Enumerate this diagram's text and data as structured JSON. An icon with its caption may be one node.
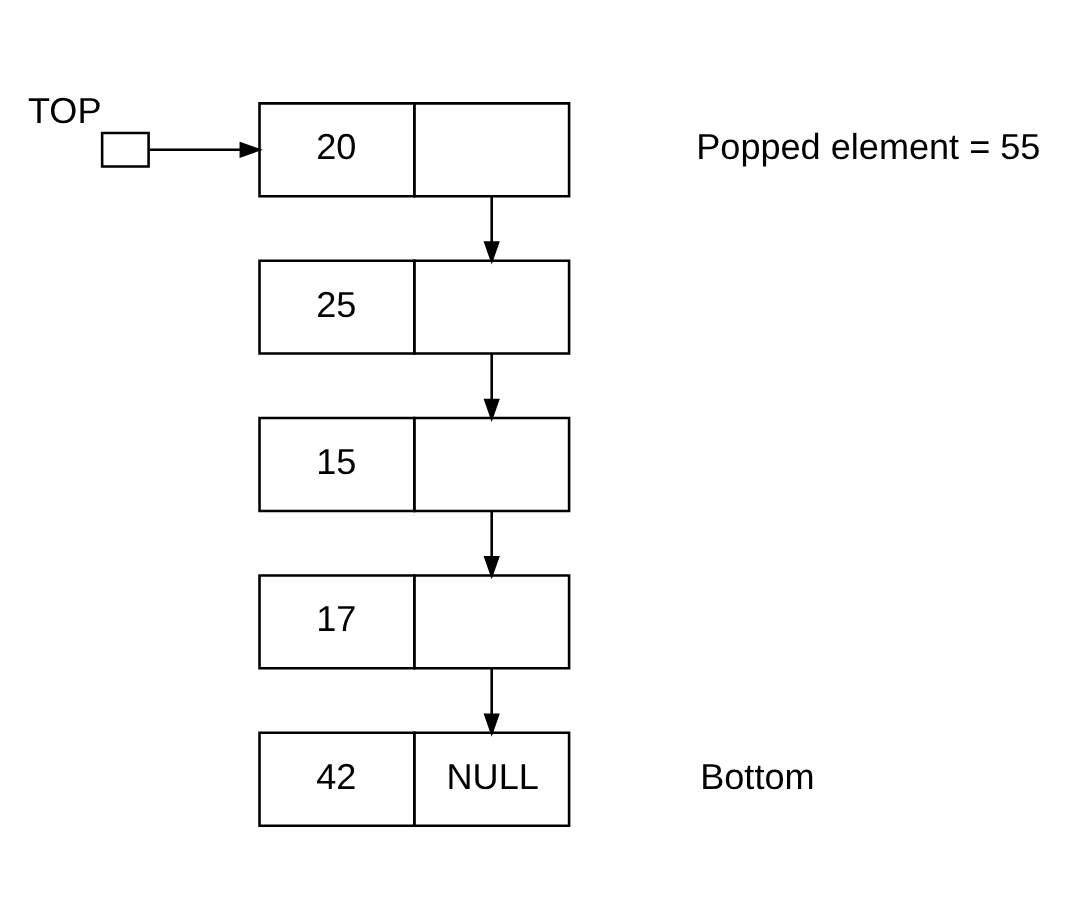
{
  "diagram": {
    "nodes": [
      {
        "text": [],
        "shape": "box",
        "beside": [
          "TOP"
        ]
      },
      {
        "text": [
          "20"
        ]
      },
      {
        "text": [
          "25"
        ]
      },
      {
        "text": [
          "15"
        ]
      },
      {
        "text": [
          "17"
        ]
      },
      {
        "text": [
          "42",
          "NULL"
        ],
        "beside": [
          "Bottom"
        ]
      }
    ],
    "edges": [
      {
        "from": 0,
        "to": 1,
        "arrow": "to"
      },
      {
        "from": 1,
        "to": 2,
        "arrow": "to"
      },
      {
        "from": 2,
        "to": 3,
        "arrow": "to"
      },
      {
        "from": 3,
        "to": 4,
        "arrow": "to"
      },
      {
        "from": 4,
        "to": 5,
        "arrow": "to"
      }
    ],
    "labels": [
      "Popped element = 55"
    ]
  }
}
